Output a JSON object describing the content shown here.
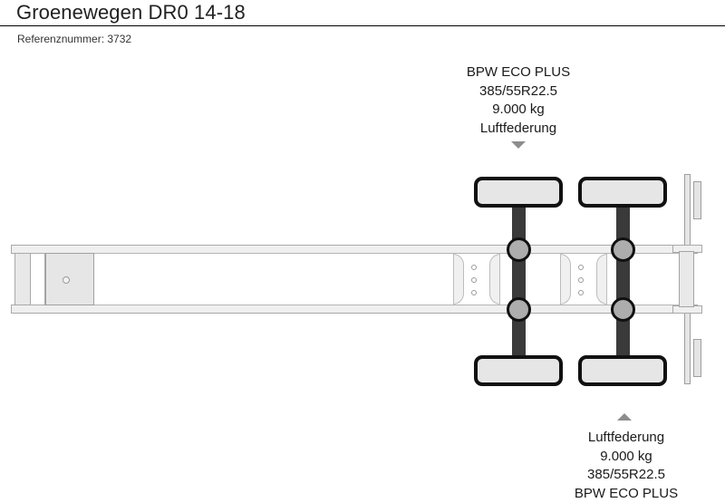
{
  "header": {
    "title": "Groenewegen DR0 14-18",
    "reference": "Referenznummer: 3732"
  },
  "annotations": {
    "top": {
      "name": "front-axle-spec",
      "lines": [
        "BPW ECO PLUS",
        "385/55R22.5",
        "9.000 kg",
        "Luftfederung"
      ],
      "pointer": "caret-down-icon"
    },
    "bottom": {
      "name": "rear-axle-spec",
      "lines": [
        "Luftfederung",
        "9.000 kg",
        "385/55R22.5",
        "BPW ECO PLUS"
      ],
      "pointer": "caret-up-icon"
    }
  },
  "diagram": {
    "name": "trailer-top-view-diagram",
    "description": "Top view schematic of a semi-trailer chassis with two axles",
    "parts": {
      "kingpin": "kingpin-plate",
      "rail_top": "chassis-rail-top",
      "rail_bottom": "chassis-rail-bottom",
      "axles": [
        "axle-1",
        "axle-2"
      ],
      "wheels": [
        "wheel-1-top",
        "wheel-1-bottom",
        "wheel-2-top",
        "wheel-2-bottom"
      ],
      "rear_frame": "rear-underrun-frame"
    }
  },
  "colors": {
    "page_background": "#ffffff",
    "frame_fill": "#e8e8e8",
    "frame_stroke": "#a9a9a9",
    "axle_dark": "#3a3a3a",
    "hub_fill": "#adadad",
    "wheel_fill": "#e6e6e6",
    "wheel_stroke": "#111111",
    "caret": "#8d8d8d",
    "text": "#1a1a1a",
    "rule": "#000000"
  }
}
